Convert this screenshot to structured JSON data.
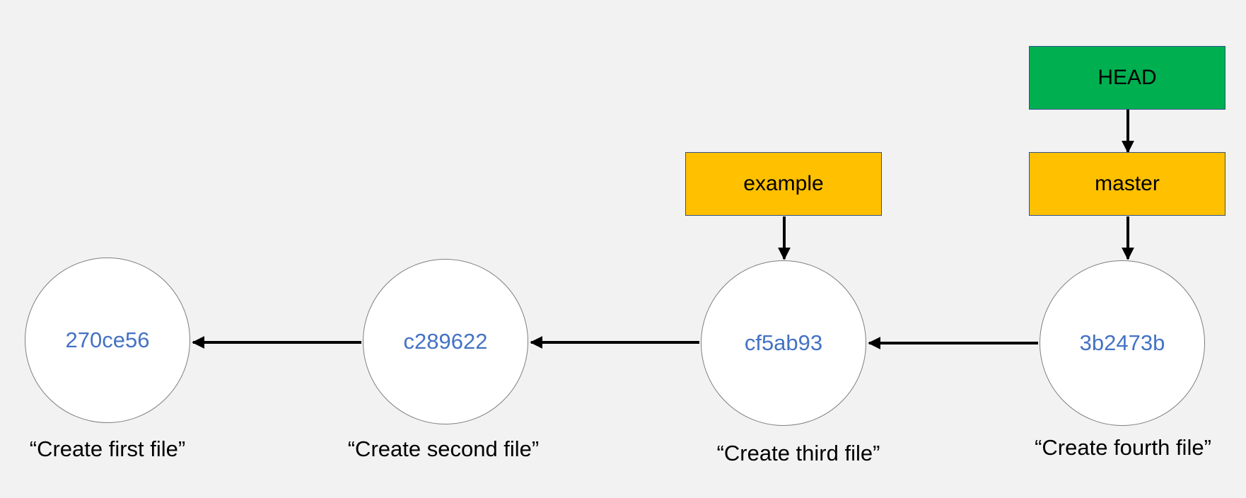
{
  "commits": [
    {
      "hash": "270ce56",
      "message": "“Create first file”"
    },
    {
      "hash": "c289622",
      "message": "“Create second file”"
    },
    {
      "hash": "cf5ab93",
      "message": "“Create third file”"
    },
    {
      "hash": "3b2473b",
      "message": "“Create fourth file”"
    }
  ],
  "refs": {
    "head": {
      "label": "HEAD",
      "points_to": "master"
    },
    "branches": [
      {
        "label": "example",
        "points_to": "cf5ab93"
      },
      {
        "label": "master",
        "points_to": "3b2473b"
      }
    ]
  },
  "colors": {
    "background": "#f2f2f2",
    "hash_text": "#4472c4",
    "branch_fill": "#ffc000",
    "head_fill": "#00b050",
    "ref_border": "#2f528f",
    "arrow": "#000000"
  }
}
